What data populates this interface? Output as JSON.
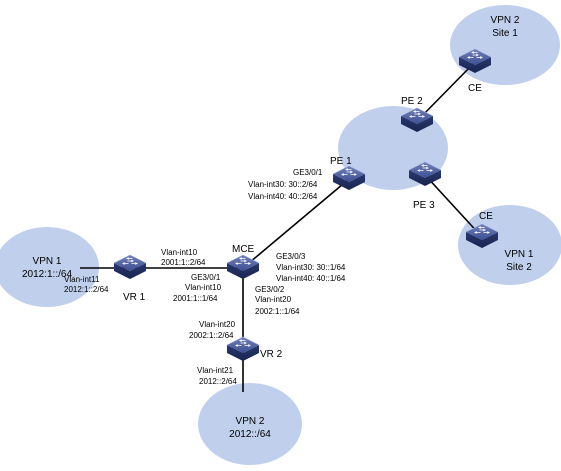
{
  "clouds": {
    "vpn2_site1": [
      "VPN 2",
      "Site 1"
    ],
    "vpn1_left": [
      "VPN 1",
      "2012:1::/64"
    ],
    "vpn1_site2": [
      "VPN 1",
      "Site 2"
    ],
    "vpn2_bottom": [
      "VPN 2",
      "2012::/64"
    ]
  },
  "devices": {
    "pe1": "PE 1",
    "pe2": "PE 2",
    "pe3": "PE 3",
    "ce_top": "CE",
    "ce_right": "CE",
    "mce": "MCE",
    "vr1": "VR 1",
    "vr2": "VR 2"
  },
  "device_badge": "SWITCH",
  "labels": {
    "pe1_port": "GE3/0/1",
    "pe1_vlan30": "Vlan-int30: 30::2/64",
    "pe1_vlan40": "Vlan-int40: 40::2/64",
    "vr1_vlan10": "Vlan-int10",
    "vr1_addr10": "2001:1::2/64",
    "vr1_vlan11": "Vlan-int11",
    "vr1_addr11": "2012:1::2/64",
    "mce_ge301": "GE3/0/1",
    "mce_vlan10": "Vlan-int10",
    "mce_addr10": "2001:1::1/64",
    "mce_ge303": "GE3/0/3",
    "mce_vlan30": "Vlan-int30: 30::1/64",
    "mce_vlan40": "Vlan-int40: 40::1/64",
    "mce_ge302": "GE3/0/2",
    "mce_vlan20": "Vlan-int20",
    "mce_addr20": "2002:1::1/64",
    "vr2_vlan20": "Vlan-int20",
    "vr2_addr20": "2002:1::2/64",
    "vr2_vlan21": "Vlan-int21",
    "vr2_addr21": "2012::2/64"
  }
}
